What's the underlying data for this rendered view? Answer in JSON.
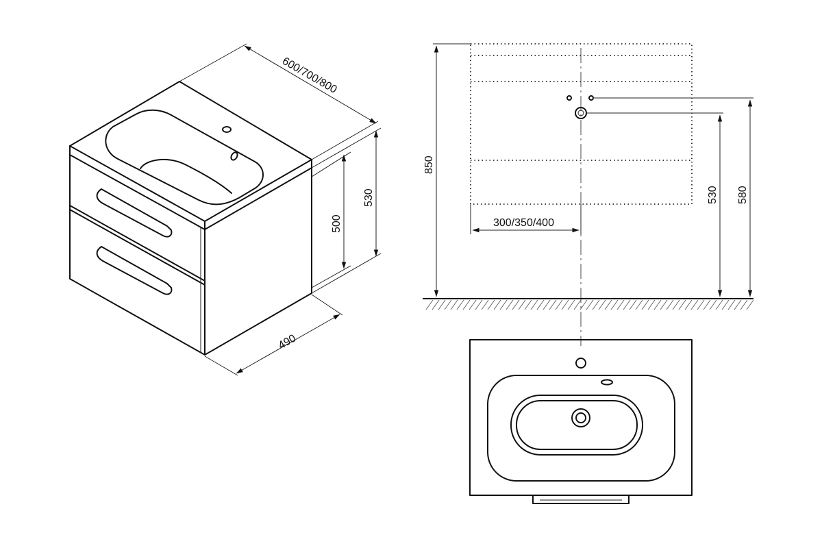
{
  "dimensions": {
    "width_options": "600/700/800",
    "unit_height": "530",
    "cabinet_height": "500",
    "depth": "490",
    "total_height": "850",
    "axis_offset": "300/350/400",
    "drain_height": "530",
    "tap_height": "580"
  }
}
